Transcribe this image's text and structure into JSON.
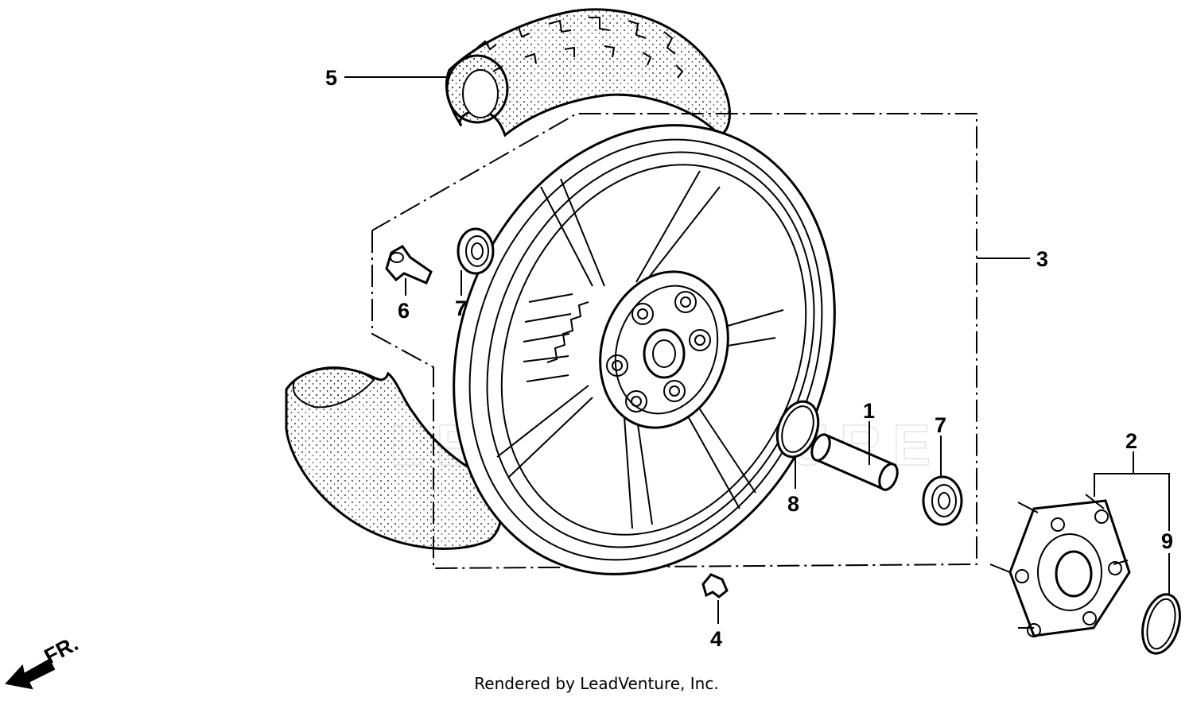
{
  "callouts": {
    "c1": "1",
    "c2": "2",
    "c3": "3",
    "c4": "4",
    "c5": "5",
    "c6": "6",
    "c7a": "7",
    "c7b": "7",
    "c8": "8",
    "c9": "9"
  },
  "direction_label": "FR.",
  "credit": "Rendered by LeadVenture, Inc.",
  "watermark": "LEADVENTURE"
}
